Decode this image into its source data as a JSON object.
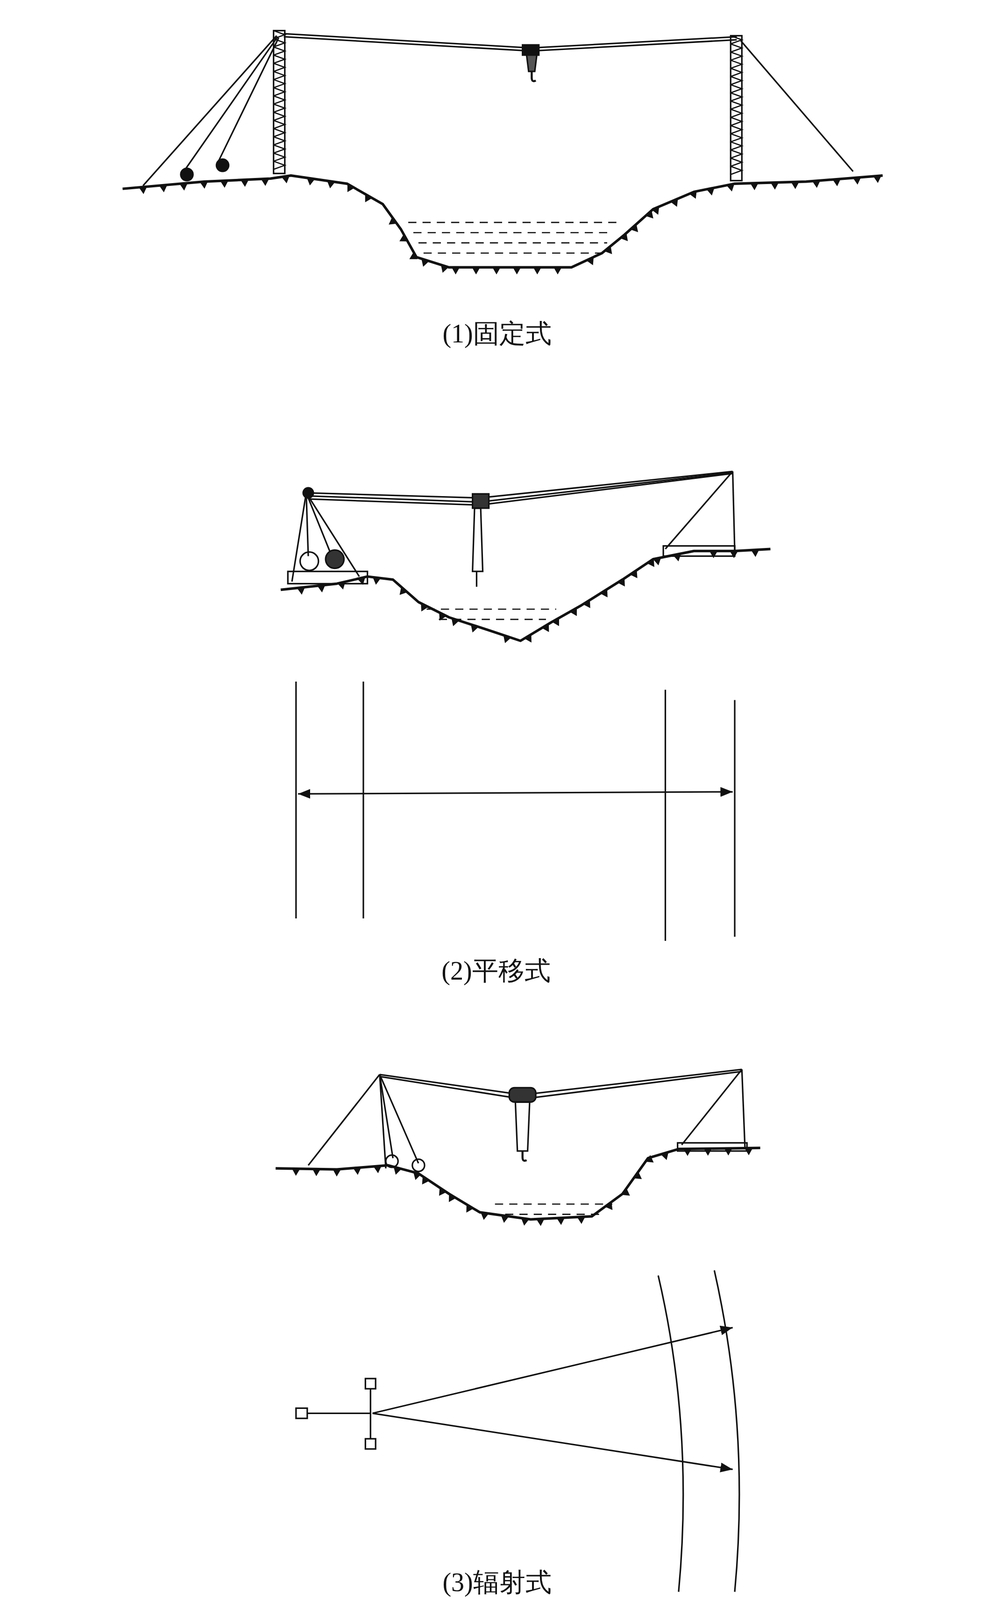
{
  "diagram": {
    "labels": [
      "(1)固定式",
      "(2)平移式",
      "(3)辐射式"
    ]
  }
}
